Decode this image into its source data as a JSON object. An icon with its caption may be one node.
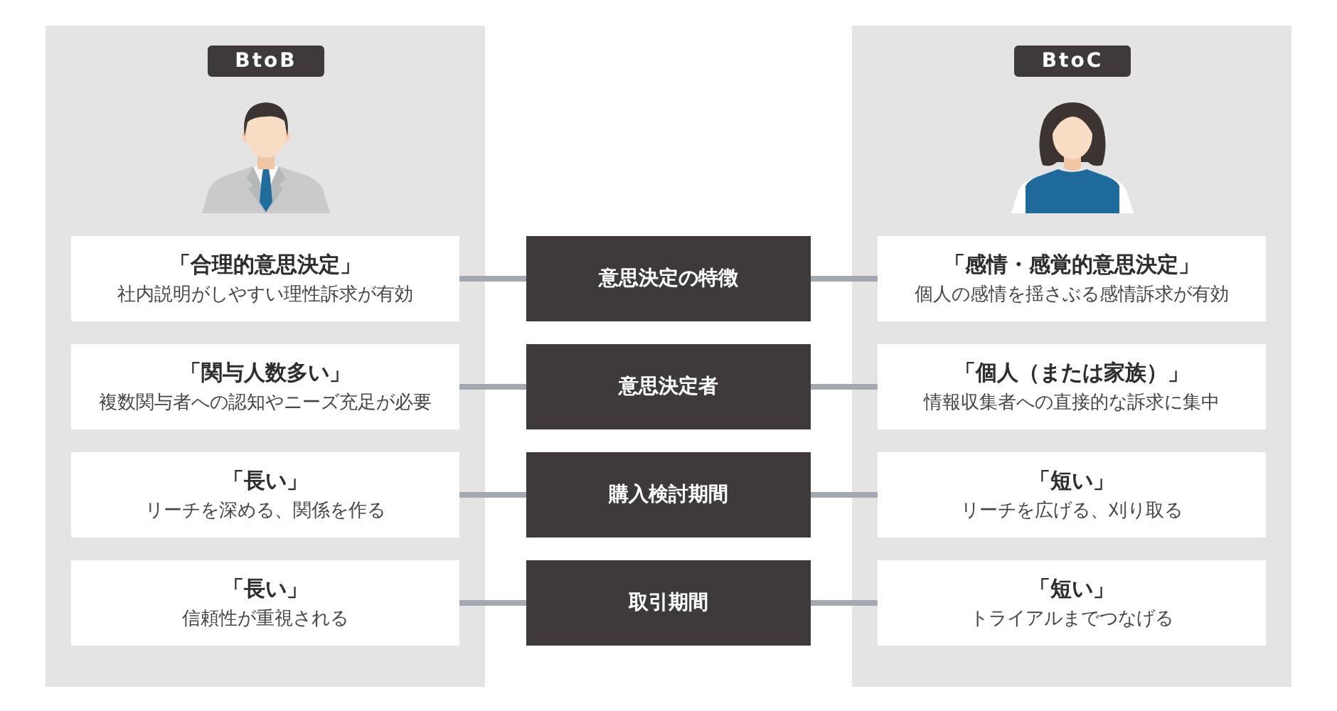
{
  "diagram": {
    "nodes": [
      {
        "text": [],
        "shape": "box"
      },
      {
        "text": [
          "BtoB"
        ],
        "in": 0
      },
      {
        "text": [
          "「合理的意思決定」",
          "社内説明がしやすい理性訴求が有効"
        ],
        "in": 0
      },
      {
        "text": [
          "「関与人数多い」",
          "複数関与者への認知やニーズ充足が必要"
        ],
        "in": 0
      },
      {
        "text": [
          "「長い」",
          "リーチを深める、関係を作る"
        ],
        "in": 0
      },
      {
        "text": [
          "「長い」",
          "信頼性が重視される"
        ],
        "in": 0
      },
      {
        "text": [],
        "shape": "box"
      },
      {
        "text": [
          "BtoC"
        ],
        "in": 6
      },
      {
        "text": [
          "「感情・感覚的意思決定」",
          "個人の感情を揺さぶる感情訴求が有効"
        ],
        "in": 6
      },
      {
        "text": [
          "「個人（または家族）」",
          "情報収集者への直接的な訴求に集中"
        ],
        "in": 6
      },
      {
        "text": [
          "「短い」",
          "リーチを広げる、刈り取る"
        ],
        "in": 6
      },
      {
        "text": [
          "「短い」",
          "トライアルまでつなげる"
        ],
        "in": 6
      },
      {
        "text": [
          "意思決定の特徴"
        ]
      },
      {
        "text": [
          "意思決定者"
        ]
      },
      {
        "text": [
          "購入検討期間"
        ]
      },
      {
        "text": [
          "取引期間"
        ]
      }
    ],
    "edges": [
      {
        "from": 2,
        "to": 12,
        "arrow": "none"
      },
      {
        "from": 12,
        "to": 8,
        "arrow": "none"
      },
      {
        "from": 3,
        "to": 13,
        "arrow": "none"
      },
      {
        "from": 13,
        "to": 9,
        "arrow": "none"
      },
      {
        "from": 4,
        "to": 14,
        "arrow": "none"
      },
      {
        "from": 14,
        "to": 10,
        "arrow": "none"
      },
      {
        "from": 5,
        "to": 15,
        "arrow": "none"
      },
      {
        "from": 15,
        "to": 11,
        "arrow": "none"
      }
    ]
  }
}
